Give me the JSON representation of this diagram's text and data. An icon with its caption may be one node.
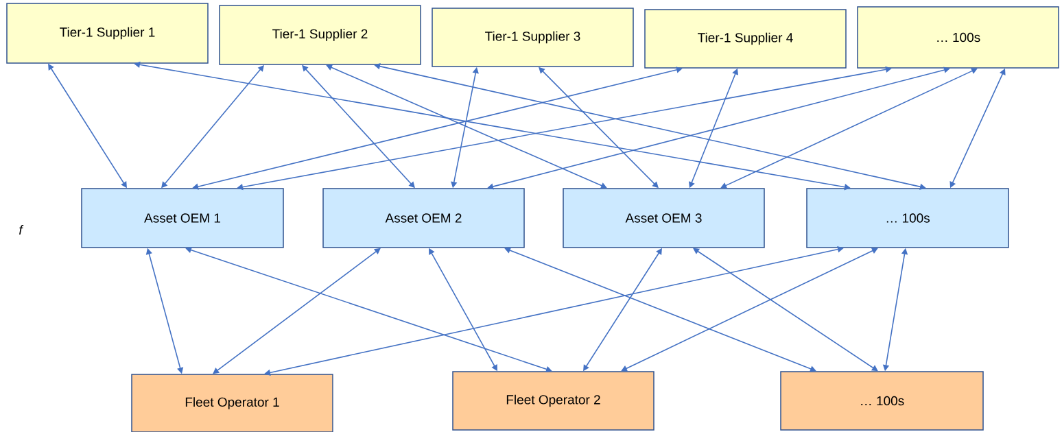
{
  "diagram": {
    "nodes": [
      {
        "text": [
          "Tier-1 Supplier 1"
        ]
      },
      {
        "text": [
          "Tier-1 Supplier 2"
        ]
      },
      {
        "text": [
          "Tier-1 Supplier 3"
        ]
      },
      {
        "text": [
          "Tier-1 Supplier 4"
        ]
      },
      {
        "text": [
          "… 100s"
        ]
      },
      {
        "text": [
          "Asset OEM 1"
        ]
      },
      {
        "text": [
          "Asset OEM 2"
        ]
      },
      {
        "text": [
          "Asset OEM 3"
        ]
      },
      {
        "text": [
          "… 100s"
        ]
      },
      {
        "text": [
          "Fleet Operator 1"
        ]
      },
      {
        "text": [
          "Fleet Operator 2"
        ]
      },
      {
        "text": [
          "… 100s"
        ]
      }
    ],
    "edges": [
      {
        "from": 0,
        "to": 5,
        "arrow": "both"
      },
      {
        "from": 0,
        "to": 8,
        "arrow": "both"
      },
      {
        "from": 1,
        "to": 5,
        "arrow": "both"
      },
      {
        "from": 1,
        "to": 6,
        "arrow": "both"
      },
      {
        "from": 1,
        "to": 7,
        "arrow": "both"
      },
      {
        "from": 1,
        "to": 8,
        "arrow": "both"
      },
      {
        "from": 2,
        "to": 6,
        "arrow": "both"
      },
      {
        "from": 2,
        "to": 7,
        "arrow": "both"
      },
      {
        "from": 3,
        "to": 5,
        "arrow": "both"
      },
      {
        "from": 3,
        "to": 7,
        "arrow": "both"
      },
      {
        "from": 4,
        "to": 5,
        "arrow": "both"
      },
      {
        "from": 4,
        "to": 6,
        "arrow": "both"
      },
      {
        "from": 4,
        "to": 7,
        "arrow": "both"
      },
      {
        "from": 4,
        "to": 8,
        "arrow": "both"
      },
      {
        "from": 5,
        "to": 9,
        "arrow": "both"
      },
      {
        "from": 5,
        "to": 10,
        "arrow": "both"
      },
      {
        "from": 6,
        "to": 9,
        "arrow": "both"
      },
      {
        "from": 6,
        "to": 10,
        "arrow": "both"
      },
      {
        "from": 6,
        "to": 11,
        "arrow": "both"
      },
      {
        "from": 7,
        "to": 10,
        "arrow": "both"
      },
      {
        "from": 7,
        "to": 11,
        "arrow": "both"
      },
      {
        "from": 8,
        "to": 9,
        "arrow": "both"
      },
      {
        "from": 8,
        "to": 10,
        "arrow": "both"
      },
      {
        "from": 8,
        "to": 11,
        "arrow": "both"
      }
    ],
    "labels": [
      "f"
    ]
  }
}
